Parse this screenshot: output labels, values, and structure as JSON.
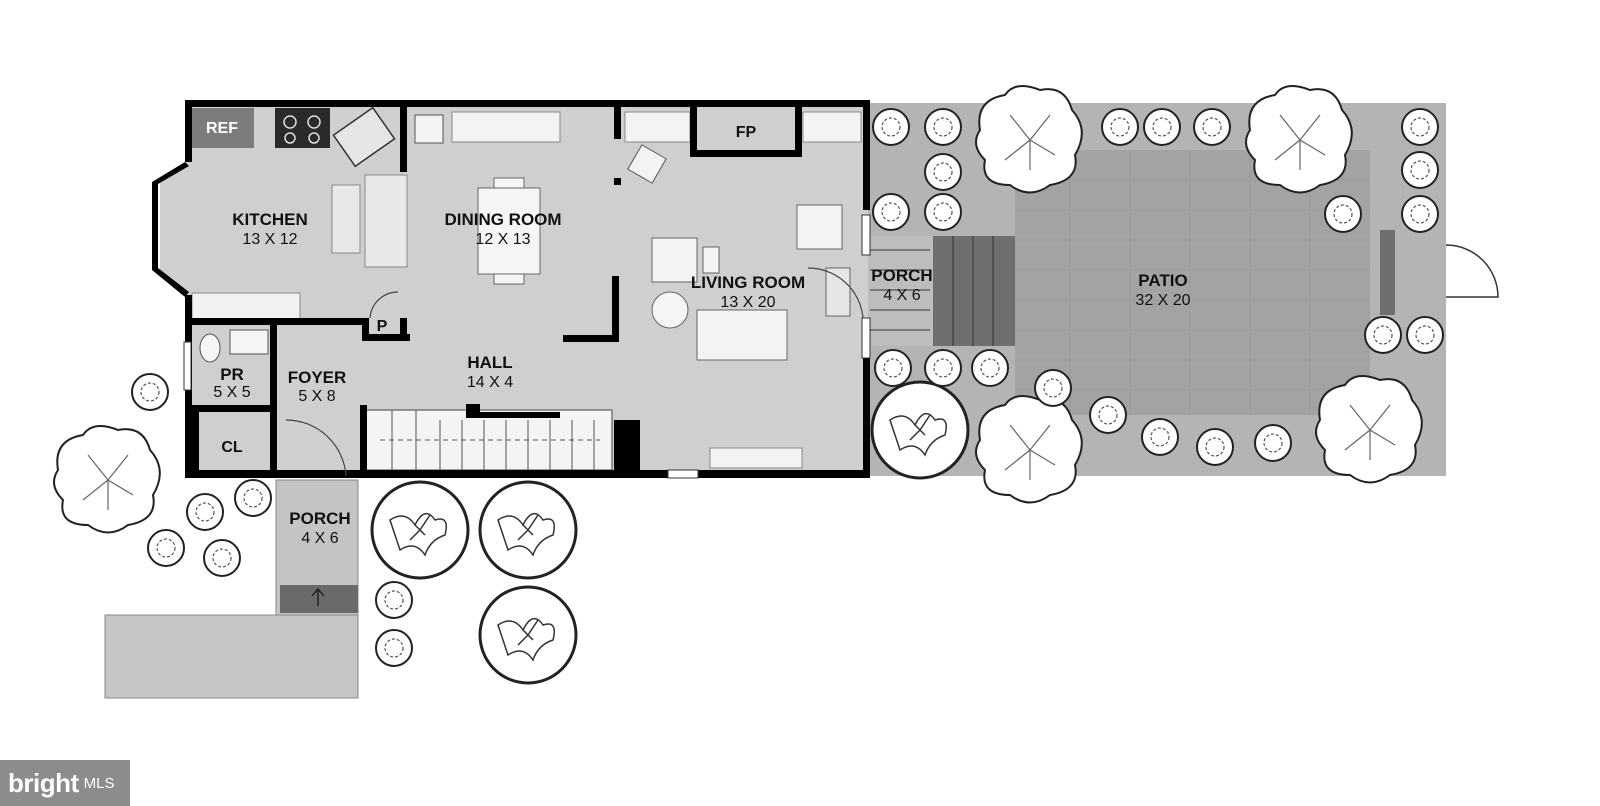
{
  "colors": {
    "floor": "#cfcfcf",
    "wall": "#000000",
    "patio_paving": "#9a9a9a",
    "planting_bed": "#a9a9a9",
    "walkway": "#c8c8c8",
    "badge_bg": "#8c8c8c"
  },
  "fixtures": {
    "ref": "REF",
    "fp": "FP",
    "pantry": "P",
    "closet": "CL"
  },
  "rooms": {
    "kitchen": {
      "name": "KITCHEN",
      "dims": "13 X 12"
    },
    "dining": {
      "name": "DINING ROOM",
      "dims": "12 X 13"
    },
    "living": {
      "name": "LIVING ROOM",
      "dims": "13 X 20"
    },
    "hall": {
      "name": "HALL",
      "dims": "14 X 4"
    },
    "foyer": {
      "name": "FOYER",
      "dims": "5 X 8"
    },
    "powder": {
      "name": "PR",
      "dims": "5 X 5"
    },
    "rear_porch": {
      "name": "PORCH",
      "dims": "4 X 6"
    },
    "patio": {
      "name": "PATIO",
      "dims": "32 X 20"
    },
    "front_porch": {
      "name": "PORCH",
      "dims": "4 X 6"
    }
  },
  "watermark": {
    "brand": "bright",
    "suffix": "MLS"
  }
}
